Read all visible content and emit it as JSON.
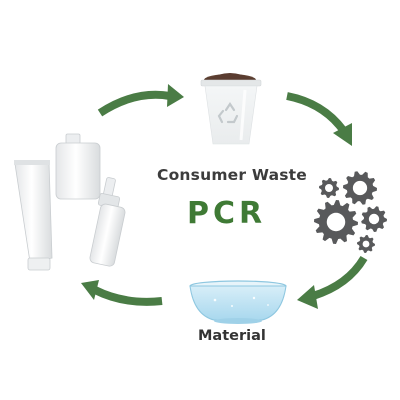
{
  "diagram": {
    "center_label": "Consumer Waste",
    "center_title": "PCR",
    "bottom_label": "Material"
  },
  "colors": {
    "arrow_green": "#4a7c45",
    "title_green": "#3f7a35",
    "label_gray": "#3c3c3c",
    "gear_gray": "#58595b",
    "basin_blue": "#bfe3f2",
    "recycle_gray": "#c3c9cc"
  },
  "icons": [
    "recycling-bin-icon",
    "gears-icon",
    "water-basin-icon",
    "cosmetic-bottles-icon",
    "cycle-arrow-icon",
    "recycle-symbol-icon"
  ]
}
